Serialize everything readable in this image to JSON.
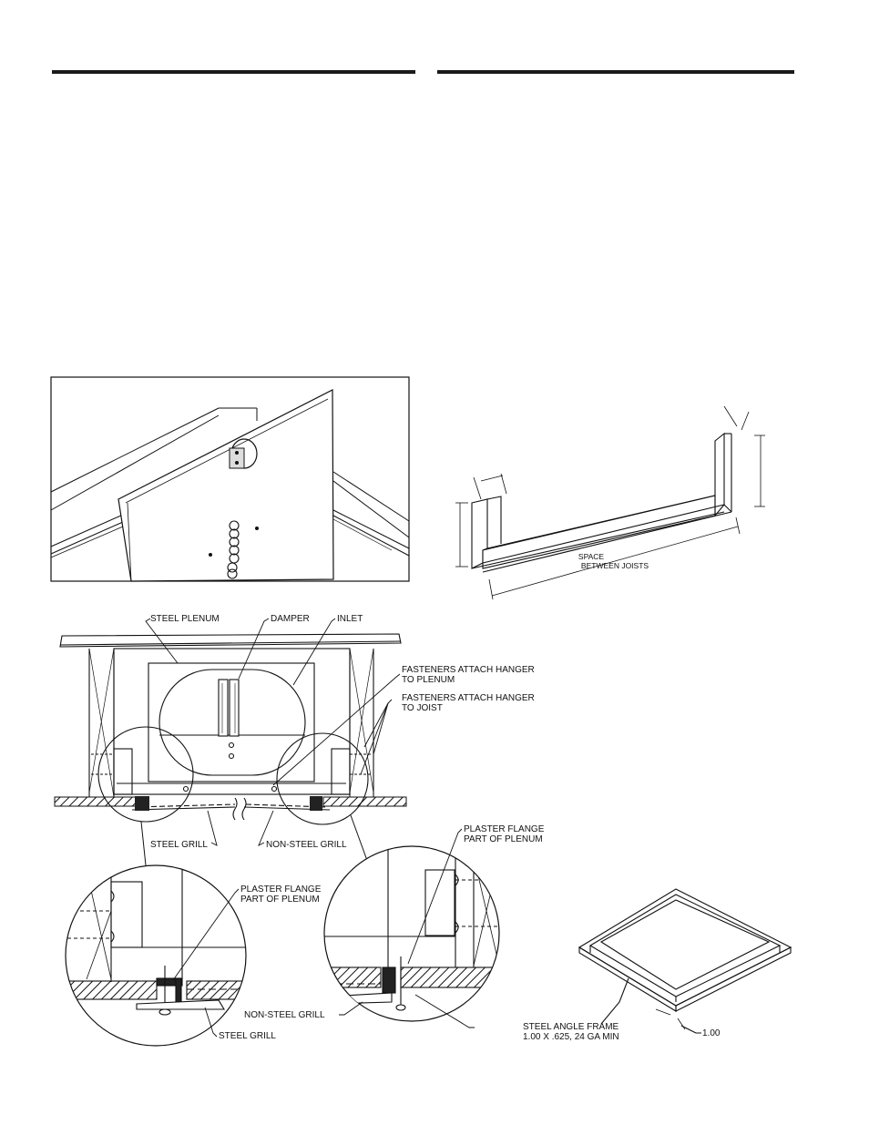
{
  "labels": {
    "steel_plenum": "STEEL PLENUM",
    "damper": "DAMPER",
    "inlet": "INLET",
    "fasteners_plenum_1": "FASTENERS ATTACH HANGER",
    "fasteners_plenum_2": "TO PLENUM",
    "fasteners_joist_1": "FASTENERS ATTACH HANGER",
    "fasteners_joist_2": "TO JOIST",
    "steel_grill": "STEEL GRILL",
    "non_steel_grill": "NON-STEEL GRILL",
    "plaster_flange_left_1": "PLASTER FLANGE",
    "plaster_flange_left_2": "PART OF PLENUM",
    "plaster_flange_right_1": "PLASTER FLANGE",
    "plaster_flange_right_2": "PART OF PLENUM",
    "non_steel_grill_detail": "NON-STEEL GRILL",
    "steel_grill_detail": "STEEL GRILL",
    "steel_angle_frame_1": "STEEL ANGLE FRAME",
    "steel_angle_frame_2": "1.00 X .625, 24 GA MIN",
    "space_between_joists_1": "SPACE",
    "space_between_joists_2": "BETWEEN JOISTS",
    "frame_dimension": "1.00"
  }
}
